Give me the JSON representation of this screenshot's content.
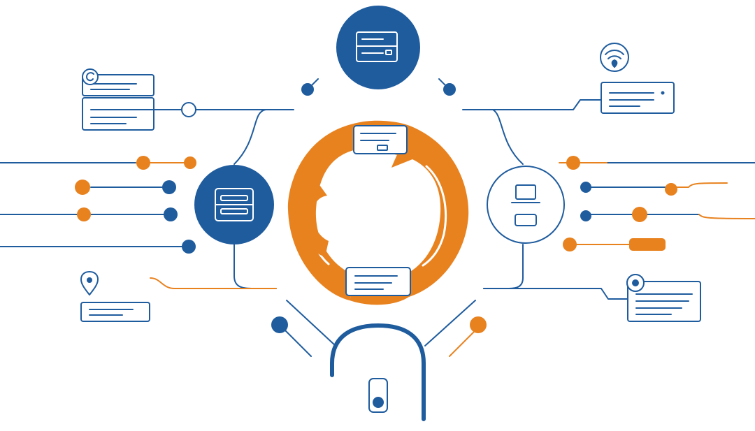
{
  "colors": {
    "blue": "#1f5c9e",
    "orange": "#e8821f",
    "background": "#ffffff",
    "card_fill": "#ffffff"
  },
  "icons": {
    "top_hub": "server-icon",
    "left_hub": "server-icon",
    "right_hub": "laptop-icon",
    "bottom_arch": "phone-icon",
    "top_right": "wifi-icon",
    "bottom_left": "location-pin-icon",
    "top_left": "settings-icon",
    "center": "circular-arrows-icon"
  },
  "panels": {
    "top_left": {
      "text_lines": 4
    },
    "top_right": {
      "text_lines": 2
    },
    "bottom_left": {
      "text_lines": 2
    },
    "bottom_right": {
      "text_lines": 3
    }
  }
}
